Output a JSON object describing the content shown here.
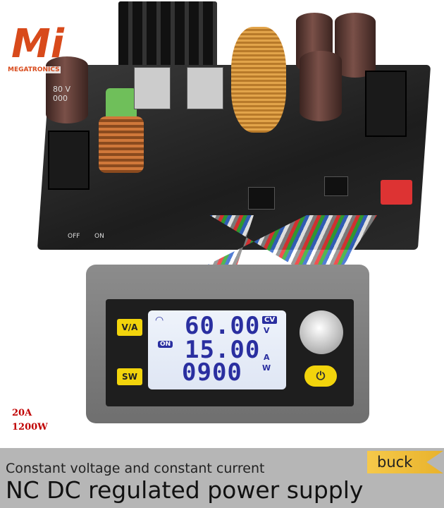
{
  "logo": {
    "brand": "MEGATRONICS",
    "mark": "Mi"
  },
  "pcb": {
    "switch_label_off": "OFF",
    "switch_label_on": "ON",
    "capacitor_text": "80 V 000"
  },
  "display": {
    "voltage": "60.00",
    "voltage_unit": "V",
    "mode_badge": "CV",
    "current": "15.00",
    "current_unit": "A",
    "status_badge": "ON",
    "power": "0900",
    "power_unit": "W",
    "va_button": "V/A",
    "sw_button": "SW",
    "power_button_symbol": "⏻",
    "wifi_icon": "wifi-icon"
  },
  "specs": {
    "current_rating": "20A",
    "power_rating": "1200W"
  },
  "banner": {
    "tag": "buck",
    "subtitle": "Constant voltage and constant current",
    "title": "NC DC regulated power supply"
  },
  "colors": {
    "lcd_text": "#2a2fa0",
    "button_yellow": "#f2d40c",
    "spec_red": "#c00000",
    "banner_gray": "#b6b6b6"
  }
}
